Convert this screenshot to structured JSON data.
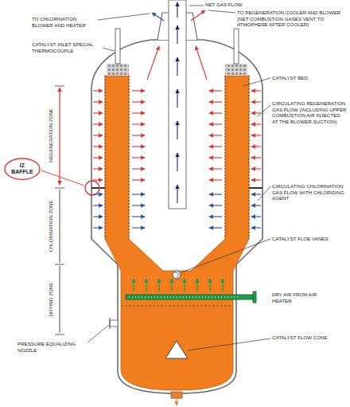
{
  "diagram": {
    "nodes": [
      {
        "text": [
          "IZ BAFFLE"
        ]
      }
    ],
    "labels": [
      "NET GAS FLOW",
      "TO CHLORINATION BLOWER AND HEATER",
      "TO REGENERATION COOLER AND BLOWER (NET COMBUSTION GASES VENT TO ATMOPHERE AFTER COOLER)",
      "CATALYST INLET SPECIAL THERMOCOUPLE",
      "CATALYST BED",
      "REGENERATION ZONE",
      "CIRCULATING REGENERATION GAS FLOW (INCLUDING UPPER COMBUSTION AIR INJECTED AT THE BLOWER SUCTION)",
      "CHLORINATION ZONE",
      "CIRCULATING CHLORINATION GAS FLOW WITH CHLORIDING AGENT",
      "DRYING ZONE",
      "CATALYST FLOE VANES",
      "DRY AIR FROM AIR HEATER",
      "PRESSURE EQUALIZING NOZZLE",
      "CATALYST FLOW CONE"
    ]
  }
}
